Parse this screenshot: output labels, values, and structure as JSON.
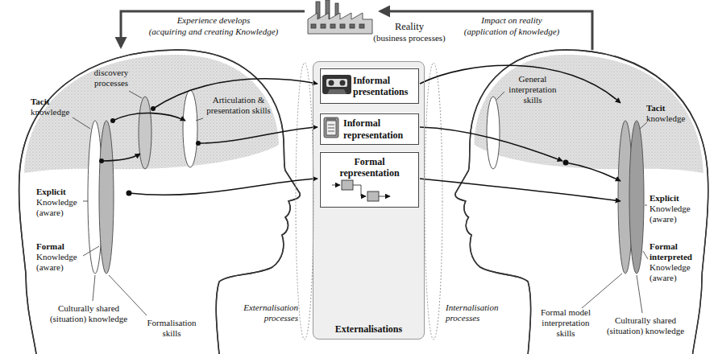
{
  "diagram": {
    "nodes": [
      {
        "text": [
          "Reality",
          "(business processes)"
        ]
      },
      {
        "text": [
          "Externalisations"
        ]
      },
      {
        "text": [
          "Informal presentations"
        ],
        "in": 1
      },
      {
        "text": [
          "Informal representation"
        ],
        "in": 1
      },
      {
        "text": [
          "Formal representation"
        ],
        "in": 1
      }
    ],
    "labels": [
      "Experience develops",
      "(acquiring and creating Knowledge)",
      "Impact on reality",
      "(application of knowledge)",
      "discovery processes",
      "Articulation & presentation skills",
      "Tacit knowledge",
      "Explicit Knowledge (aware)",
      "Formal Knowledge (aware)",
      "Culturally shared (situation) knowledge",
      "Formalisation skills",
      "Externalisation processes",
      "Internalisation processes",
      "General interpretation skills",
      "Tacit knowledge",
      "Explicit Knowledge (aware)",
      "Formal interpreted Knowledge (aware)",
      "Formal model interpretation skills",
      "Culturally shared (situation) knowledge"
    ]
  }
}
